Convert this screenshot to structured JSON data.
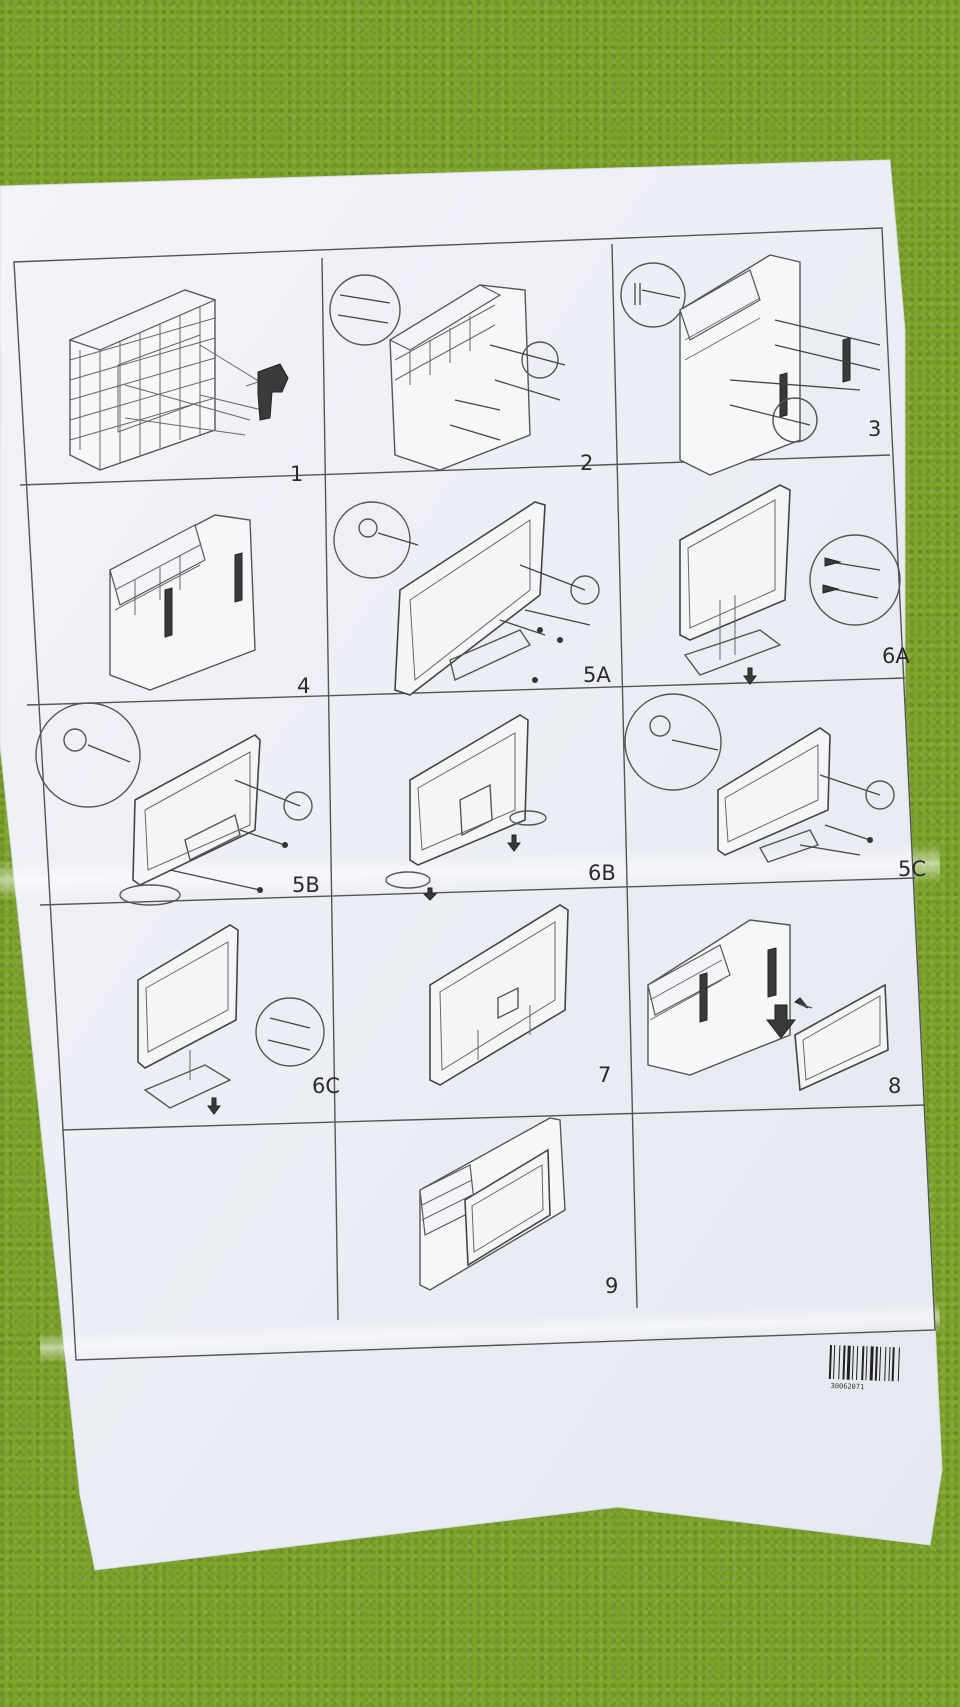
{
  "document": {
    "step_labels": [
      "1",
      "2",
      "3",
      "4",
      "5A",
      "6A",
      "5B",
      "6B",
      "5C",
      "6C",
      "7",
      "8",
      "9"
    ],
    "barcode": {
      "code": "30062071"
    }
  },
  "colors": {
    "carpet": "#7da52c",
    "paper": "#eef0f6",
    "ink": "#2b2b2b"
  },
  "icons": [
    "drill-icon",
    "down-arrow-icon",
    "left-arrow-icon"
  ]
}
